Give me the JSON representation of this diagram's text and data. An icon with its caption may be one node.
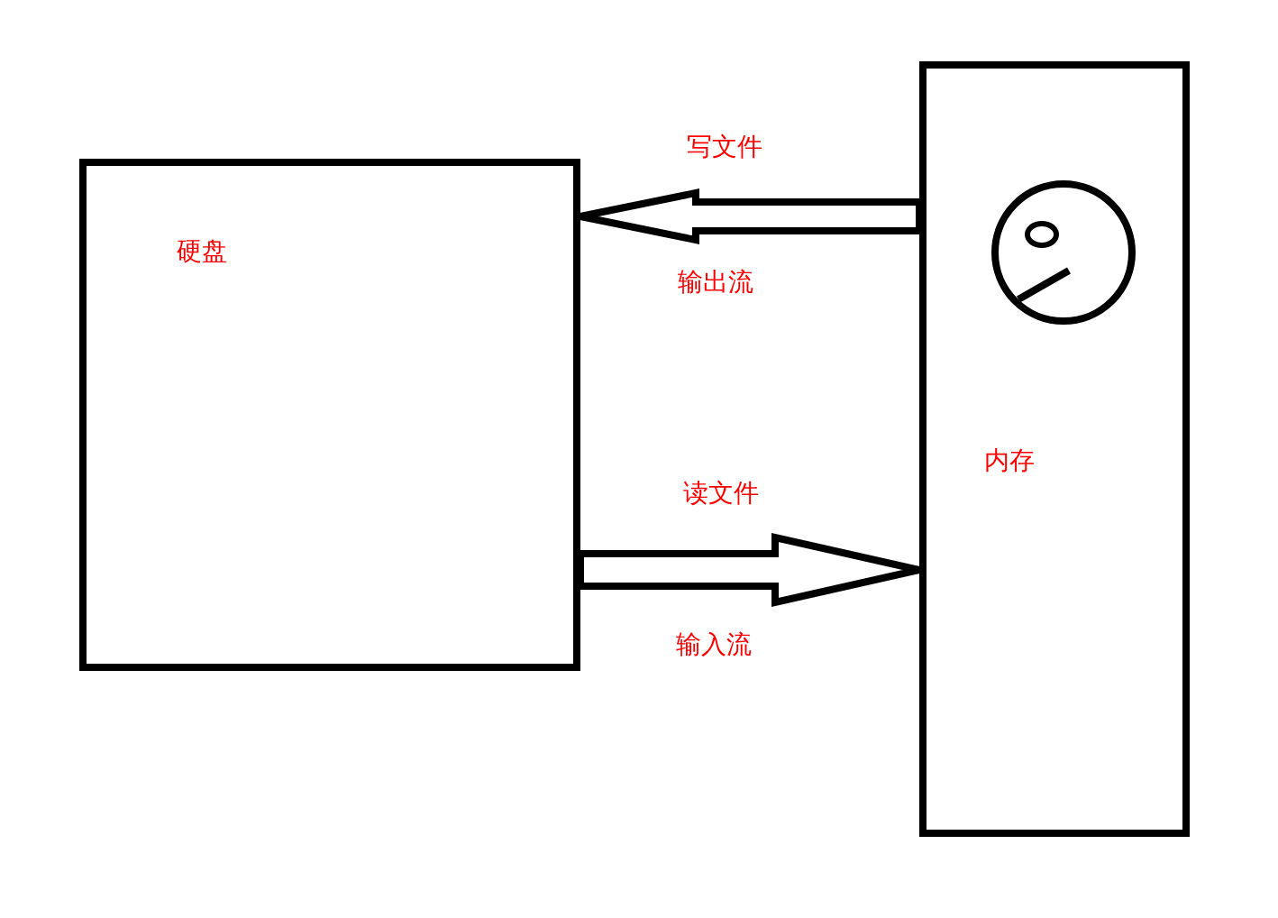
{
  "diagram": {
    "nodes": [
      {
        "text": [
          "硬盘"
        ]
      },
      {
        "text": [
          "内存"
        ]
      }
    ],
    "edges": [
      {
        "from": 1,
        "to": 0,
        "arrow": "to",
        "label": "写文件"
      },
      {
        "from": 0,
        "to": 1,
        "arrow": "to",
        "label": "读文件"
      }
    ],
    "labels": [
      "输出流",
      "输入流"
    ]
  }
}
